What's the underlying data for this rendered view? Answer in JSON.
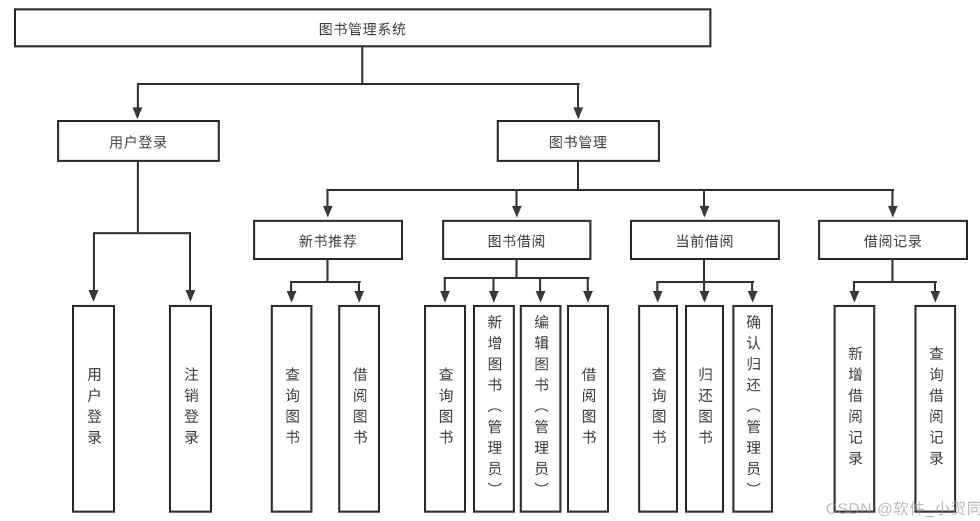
{
  "tree": {
    "label": "图书管理系统",
    "children": [
      {
        "label": "用户登录",
        "children": [
          {
            "label": "用户登录"
          },
          {
            "label": "注销登录"
          }
        ]
      },
      {
        "label": "图书管理",
        "children": [
          {
            "label": "新书推荐",
            "children": [
              {
                "label": "查询图书"
              },
              {
                "label": "借阅图书"
              }
            ]
          },
          {
            "label": "图书借阅",
            "children": [
              {
                "label": "查询图书"
              },
              {
                "label": "新增图书（管理员）"
              },
              {
                "label": "编辑图书（管理员）"
              },
              {
                "label": "借阅图书"
              }
            ]
          },
          {
            "label": "当前借阅",
            "children": [
              {
                "label": "查询图书"
              },
              {
                "label": "归还图书"
              },
              {
                "label": "确认归还（管理员）"
              }
            ]
          },
          {
            "label": "借阅记录",
            "children": [
              {
                "label": "新增借阅记录"
              },
              {
                "label": "查询借阅记录"
              }
            ]
          }
        ]
      }
    ]
  },
  "watermark": {
    "text": "CSDN @软件_小贺同学"
  },
  "colors": {
    "line": "#3a3a3a",
    "box_border": "#333333",
    "text": "#404040",
    "background": "#ffffff",
    "watermark": "#9196a0"
  }
}
